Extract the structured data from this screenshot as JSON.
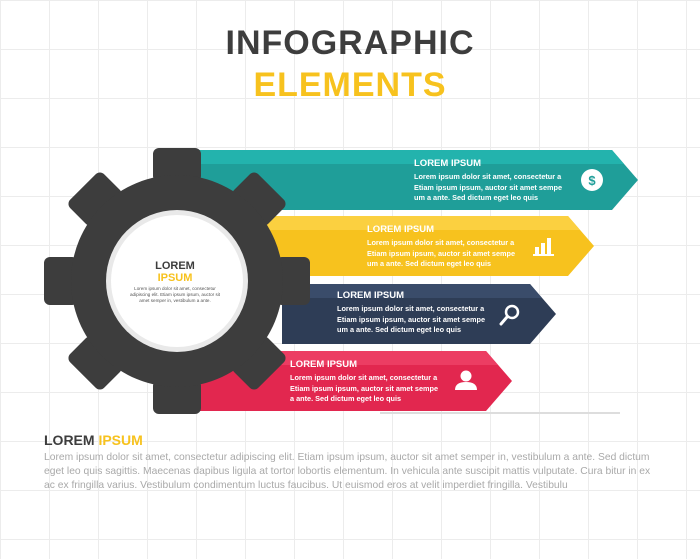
{
  "header": {
    "title_line1": "INFOGRAPHIC",
    "title_line2": "ELEMENTS"
  },
  "center": {
    "title_part1": "LOREM",
    "title_part2": "IPSUM",
    "body": "Lorem ipsum dolor sit amet, consectetur adipiscing elit. Etiam ipsum ipsum, auctor sit amet semper in, vestibulum a ante."
  },
  "banners": [
    {
      "heading": "LOREM IPSUM",
      "line1": "Lorem ipsum dolor sit amet, consectetur a",
      "line2": "Etiam ipsum ipsum, auctor sit amet sempe",
      "line3": "um a ante. Sed dictum eget leo quis",
      "icon": "dollar-icon",
      "color": "#1f9e99"
    },
    {
      "heading": "LOREM IPSUM",
      "line1": "Lorem ipsum dolor sit amet, consectetur a",
      "line2": "Etiam ipsum ipsum, auctor sit amet sempe",
      "line3": "um a ante. Sed dictum eget leo quis",
      "icon": "bar-chart-icon",
      "color": "#f7c21e"
    },
    {
      "heading": "LOREM IPSUM",
      "line1": "Lorem ipsum dolor sit amet, consectetur a",
      "line2": "Etiam ipsum ipsum, auctor sit amet sempe",
      "line3": "um a ante. Sed dictum eget leo quis",
      "icon": "magnifier-icon",
      "color": "#2e3d56"
    },
    {
      "heading": "LOREM IPSUM",
      "line1": "Lorem ipsum dolor sit amet, consectetur a",
      "line2": "Etiam ipsum ipsum, auctor sit amet sempe",
      "line3": "a ante. Sed dictum eget leo quis",
      "icon": "user-icon",
      "color": "#e2274f"
    }
  ],
  "footer": {
    "heading_part1": "LOREM ",
    "heading_part2": "IPSUM",
    "body": "Lorem ipsum dolor sit amet, consectetur adipiscing elit. Etiam ipsum ipsum, auctor sit amet semper in, vestibulum a ante. Sed dictum eget leo quis sagittis. Maecenas dapibus ligula at tortor lobortis elementum. In vehicula ante suscipit mattis vulputate. Cura bitur in ex ac ex fringilla varius. Vestibulum condimentum luctus faucibus. Ut euismod eros at velit imperdiet fringilla. Vestibulu"
  },
  "colors": {
    "gear": "#3d3d3d",
    "teal": "#1f9e99",
    "yellow": "#f7c21e",
    "navy": "#2e3d56",
    "red": "#e2274f"
  }
}
